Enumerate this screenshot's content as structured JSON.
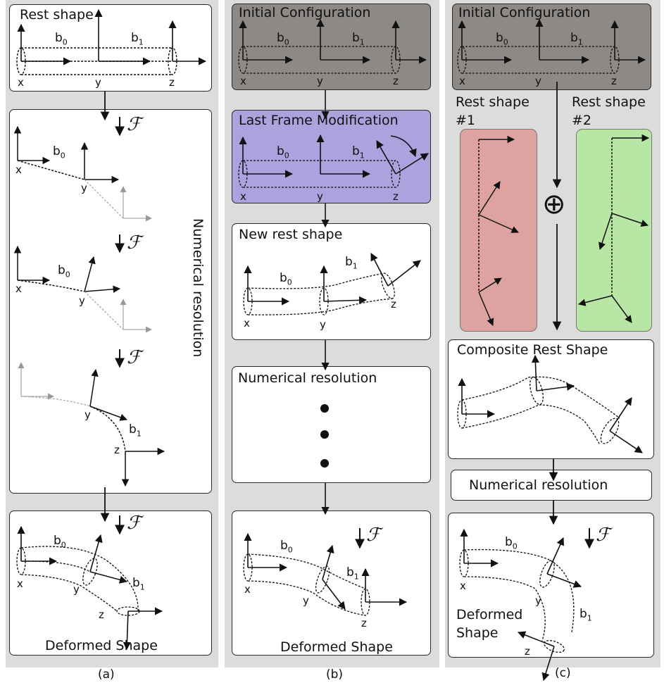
{
  "title": "",
  "panels": {
    "a": {
      "caption": "(a)",
      "rest_shape": "Rest shape",
      "deformed_shape": "Deformed Shape",
      "numerical_resolution": "Numerical resolution"
    },
    "b": {
      "caption": "(b)",
      "initial_configuration": "Initial Configuration",
      "last_frame_modification": "Last Frame Modification",
      "new_rest_shape": "New rest shape",
      "numerical_resolution": "Numerical resolution",
      "deformed_shape": "Deformed Shape"
    },
    "c": {
      "caption": "(c)",
      "initial_configuration": "Initial Configuration",
      "rest_shape_1": "Rest shape",
      "rest_shape_1_num": "#1",
      "rest_shape_2": "Rest shape",
      "rest_shape_2_num": "#2",
      "plus_symbol": "⊕",
      "composite_rest_shape": "Composite Rest Shape",
      "numerical_resolution": "Numerical resolution",
      "deformed_shape_line1": "Deformed",
      "deformed_shape_line2": "Shape"
    }
  },
  "labels": {
    "b0": "b",
    "b1": "b",
    "sub0": "0",
    "sub1": "1",
    "x": "x",
    "y": "y",
    "z": "z",
    "force": "ℱ"
  },
  "colors": {
    "panel_bg": "#dcdcdc",
    "gray_box": "#8c8987",
    "purple_box": "#aaa3dd",
    "red_box": "#dea3a1",
    "green_box": "#b8e6a4"
  }
}
